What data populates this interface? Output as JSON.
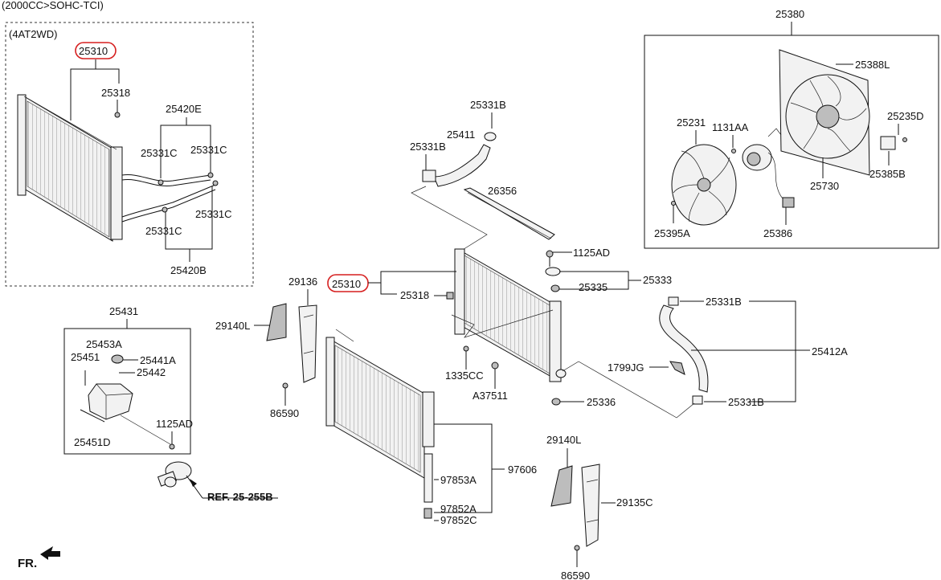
{
  "header": {
    "engine": "(2000CC>SOHC-TCI)",
    "variant": "(4AT2WD)"
  },
  "labels": {
    "p25310_inset": "25310",
    "p25318_inset": "25318",
    "p25420E": "25420E",
    "p25331C_a": "25331C",
    "p25331C_b": "25331C",
    "p25331C_c": "25331C",
    "p25331C_d": "25331C",
    "p25420B": "25420B",
    "p25431": "25431",
    "p25453A": "25453A",
    "p25451": "25451",
    "p25441A": "25441A",
    "p25442": "25442",
    "p1125AD_res": "1125AD",
    "p25451D": "25451D",
    "ref": "REF. 25-255B",
    "fr": "FR.",
    "p25331B_top": "25331B",
    "p25411": "25411",
    "p25331B_l": "25331B",
    "p26356": "26356",
    "p1125AD_main": "1125AD",
    "p25333": "25333",
    "p25310_main": "25310",
    "p25318_main": "25318",
    "p25335": "25335",
    "p29136": "29136",
    "p29140L_a": "29140L",
    "p86590_a": "86590",
    "p1335CC": "1335CC",
    "pA37511": "A37511",
    "p25336": "25336",
    "p97606": "97606",
    "p97853A": "97853A",
    "p97852A": "97852A",
    "p97852C": "97852C",
    "p29140L_b": "29140L",
    "p29135C": "29135C",
    "p86590_b": "86590",
    "p25331B_r1": "25331B",
    "p25412A": "25412A",
    "p1799JG": "1799JG",
    "p25331B_r2": "25331B",
    "p25380": "25380",
    "p25388L": "25388L",
    "p25231": "25231",
    "p1131AA": "1131AA",
    "p25235D": "25235D",
    "p25730": "25730",
    "p25385B": "25385B",
    "p25395A": "25395A",
    "p25386": "25386"
  },
  "colors": {
    "highlight": "#d61f1f",
    "line": "#111111",
    "background": "#ffffff"
  },
  "icons": {
    "front_arrow": "front-direction-arrow-icon"
  }
}
